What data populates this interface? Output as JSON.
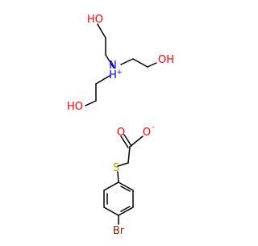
{
  "colors": {
    "bond": "#000000",
    "oxygen": "#ff0000",
    "nitrogen": "#0000ff",
    "sulfur": "#b2a800",
    "bromine": "#8b2c04",
    "background": "#ffffff"
  },
  "atoms": {
    "oh_top": "HO",
    "oh_right": "OH",
    "oh_left": "HO",
    "nitrogen": "N",
    "n_hydrogen": "H",
    "n_charge": "+",
    "carboxyl_o_double": "O",
    "carboxyl_o_minus": "O",
    "carboxyl_charge": "-",
    "sulfur": "S",
    "bromine": "Br"
  }
}
